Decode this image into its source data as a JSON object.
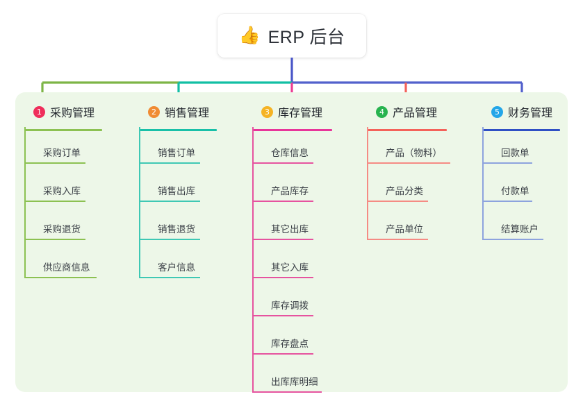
{
  "root": {
    "icon": "thumbs-up-emoji",
    "icon_glyph": "👍",
    "title": "ERP 后台",
    "card_bg": "#ffffff",
    "stem_color": "#4a57c8"
  },
  "panel": {
    "bg": "#edf7e8"
  },
  "connector": {
    "segments": [
      {
        "name": "segment-green",
        "color": "#7db546"
      },
      {
        "name": "segment-teal",
        "color": "#12bfa4"
      },
      {
        "name": "segment-indigo",
        "color": "#5261cc"
      }
    ]
  },
  "columns": [
    {
      "number": "1",
      "title": "采购管理",
      "badge_color": "#ef2e5b",
      "rule_color": "#8cc152",
      "drop_color": "#7db546",
      "line_color": "#8cc152",
      "items": [
        {
          "label": "采购订单",
          "rule_width": 88
        },
        {
          "label": "采购入库",
          "rule_width": 88
        },
        {
          "label": "采购退货",
          "rule_width": 88
        },
        {
          "label": "供应商信息",
          "rule_width": 104
        }
      ]
    },
    {
      "number": "2",
      "title": "销售管理",
      "badge_color": "#f08b33",
      "rule_color": "#19c0a8",
      "drop_color": "#12bfa4",
      "line_color": "#3fc8b4",
      "items": [
        {
          "label": "销售订单",
          "rule_width": 88
        },
        {
          "label": "销售出库",
          "rule_width": 88
        },
        {
          "label": "销售退货",
          "rule_width": 88
        },
        {
          "label": "客户信息",
          "rule_width": 88
        }
      ]
    },
    {
      "number": "3",
      "title": "库存管理",
      "badge_color": "#f5b324",
      "rule_color": "#e8359a",
      "drop_color": "#ec3d92",
      "line_color": "#e6539f",
      "items": [
        {
          "label": "仓库信息",
          "rule_width": 88
        },
        {
          "label": "产品库存",
          "rule_width": 88
        },
        {
          "label": "其它出库",
          "rule_width": 88
        },
        {
          "label": "其它入库",
          "rule_width": 88
        },
        {
          "label": "库存调拨",
          "rule_width": 88
        },
        {
          "label": "库存盘点",
          "rule_width": 88
        },
        {
          "label": "出库库明细",
          "rule_width": 100
        }
      ]
    },
    {
      "number": "4",
      "title": "产品管理",
      "badge_color": "#27b34f",
      "rule_color": "#f4625a",
      "drop_color": "#f4625a",
      "line_color": "#f58b84",
      "items": [
        {
          "label": "产品（物料）",
          "rule_width": 120
        },
        {
          "label": "产品分类",
          "rule_width": 88
        },
        {
          "label": "产品单位",
          "rule_width": 88
        }
      ]
    },
    {
      "number": "5",
      "title": "财务管理",
      "badge_color": "#23a6e8",
      "rule_color": "#2f50c4",
      "drop_color": "#5261cc",
      "line_color": "#8da3de",
      "items": [
        {
          "label": "回款单",
          "rule_width": 72
        },
        {
          "label": "付款单",
          "rule_width": 72
        },
        {
          "label": "结算账户",
          "rule_width": 88
        }
      ]
    }
  ]
}
